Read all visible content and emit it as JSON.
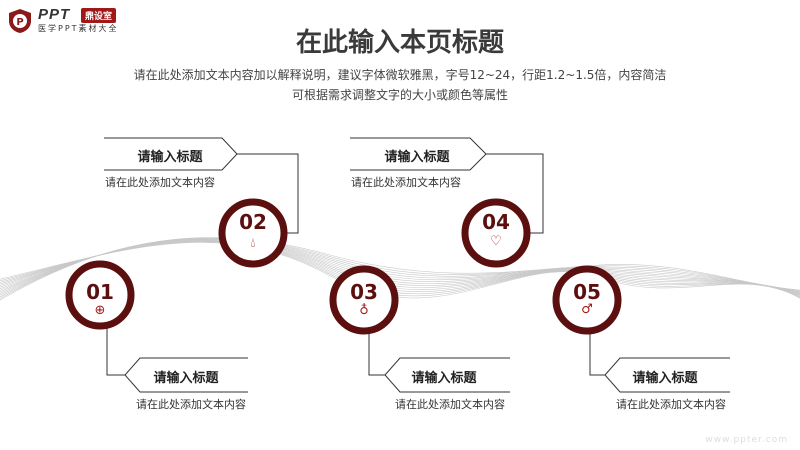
{
  "logo": {
    "brand": "PPT",
    "badge": "鼎设室",
    "tagline": "医学PPT素材大全"
  },
  "header": {
    "title": "在此输入本页标题",
    "desc_line1": "请在此处添加文本内容加以解释说明，建议字体微软雅黑，字号12~24，行距1.2~1.5倍，内容简洁",
    "desc_line2": "可根据需求调整文字的大小或颜色等属性"
  },
  "accent": "#5c0f0f",
  "steps": [
    {
      "num": "01",
      "icon": "pill-clock-icon",
      "title": "请输入标题",
      "text": "请在此处添加文本内容"
    },
    {
      "num": "02",
      "icon": "drop-icon",
      "title": "请输入标题",
      "text": "请在此处添加文本内容"
    },
    {
      "num": "03",
      "icon": "tooth-icon",
      "title": "请输入标题",
      "text": "请在此处添加文本内容"
    },
    {
      "num": "04",
      "icon": "heart-plus-icon",
      "title": "请输入标题",
      "text": "请在此处添加文本内容"
    },
    {
      "num": "05",
      "icon": "stethoscope-icon",
      "title": "请输入标题",
      "text": "请在此处添加文本内容"
    }
  ],
  "watermark": "www.ppter.com"
}
